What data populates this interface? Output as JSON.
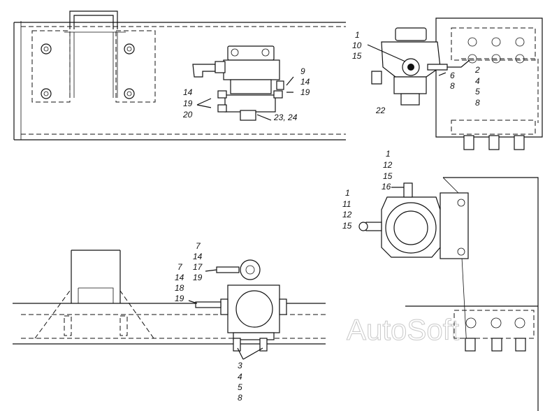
{
  "views": {
    "top_left": {
      "labels": {
        "right_group_a": "9",
        "right_group_b": "14",
        "right_group_c": "19",
        "left_group_a": "14",
        "left_group_b": "19",
        "left_group_c": "20",
        "bottom": "23, 24"
      }
    },
    "top_right": {
      "labels": {
        "tl_1": "1",
        "tl_2": "10",
        "tl_3": "15",
        "mid_a": "6",
        "mid_b": "8",
        "right_a": "2",
        "right_b": "4",
        "right_c": "5",
        "right_d": "8",
        "bottom": "22"
      }
    },
    "bottom_left": {
      "labels": {
        "upper_a": "7",
        "upper_b": "14",
        "upper_c": "17",
        "upper_d": "19",
        "lower_a": "7",
        "lower_b": "14",
        "lower_c": "18",
        "lower_d": "19",
        "bottom_a": "3",
        "bottom_b": "4",
        "bottom_c": "5",
        "bottom_d": "8"
      }
    },
    "bottom_right": {
      "labels": {
        "top_a": "1",
        "top_b": "12",
        "top_c": "15",
        "top_d": "16",
        "left_a": "1",
        "left_b": "11",
        "left_c": "12",
        "left_d": "15"
      }
    }
  },
  "watermark": "AutoSoft"
}
